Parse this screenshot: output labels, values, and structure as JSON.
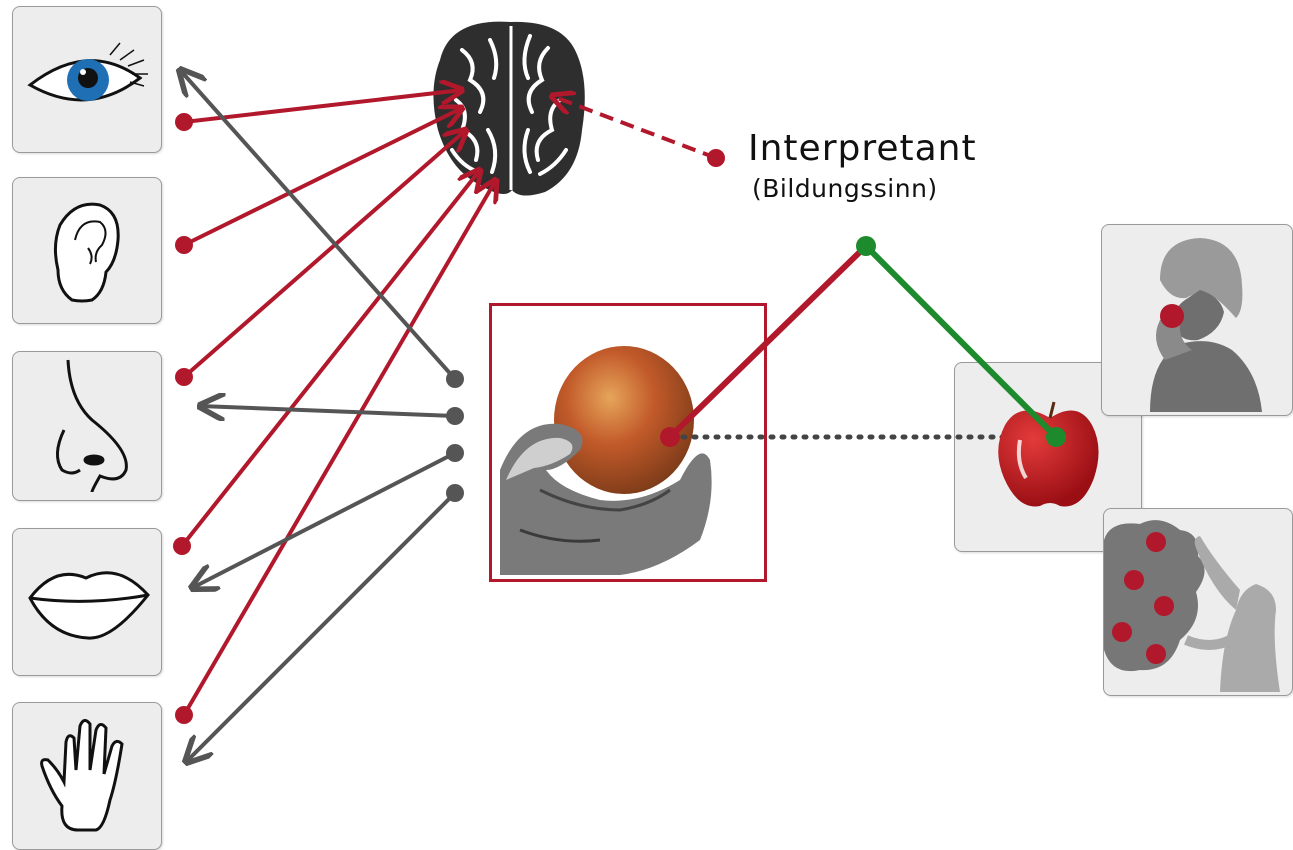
{
  "interpretant": {
    "title": "Interpretant",
    "subtitle": "(Bildungssinn)"
  },
  "senses": [
    "eye",
    "ear",
    "nose",
    "mouth",
    "hand"
  ],
  "colors": {
    "red": "#b2182b",
    "grey": "#555555",
    "green": "#1e8a2e",
    "box_bg": "#ededee"
  }
}
